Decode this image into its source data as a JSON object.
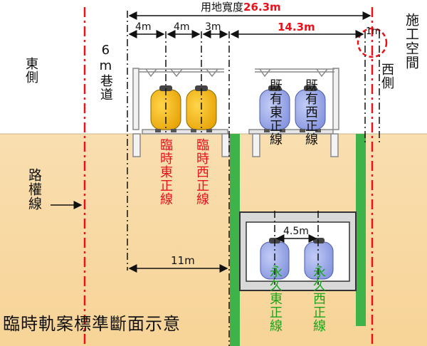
{
  "dims": {
    "total_label": "用地寬度",
    "total_value": "26.3m",
    "d1": "4m",
    "d2": "4m",
    "d3": "3m",
    "d4": "14.3m",
    "d5": "1m",
    "lower_width": "11m",
    "track_spacing": "4.5m"
  },
  "labels": {
    "east": "東側",
    "west": "西側",
    "lane": "6m巷道",
    "construction_space": "施工空間",
    "row_line": "路權線"
  },
  "tracks": {
    "temp_east": "臨時東正線",
    "temp_west": "臨時西正線",
    "exist_east": "既有東正線",
    "exist_west": "既有西正線",
    "perm_east": "永久東正線",
    "perm_west": "永久西正線"
  },
  "caption": "臨時軌案標準斷面示意",
  "colors": {
    "ground": "#f7d79e",
    "temp_train": "#f5b406",
    "exist_train": "#9aa9ea",
    "wall": "#3db34a",
    "red": "#e8121b"
  }
}
